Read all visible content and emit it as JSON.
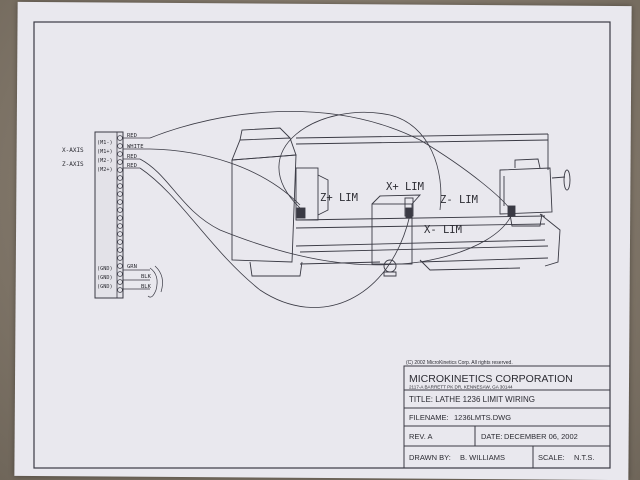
{
  "terminal": {
    "axis_labels": [
      "X-AXIS",
      "Z-AXIS"
    ],
    "pins": [
      "(M1-)",
      "(M1+)",
      "(M2-)",
      "(M2+)",
      "(GND)",
      "(GND)",
      "(GND)"
    ],
    "wire_colors": [
      "RED",
      "WHITE",
      "RED",
      "RED",
      "GRN",
      "BLK",
      "BLK"
    ]
  },
  "limits": {
    "z_plus": "Z+ LIM",
    "x_plus": "X+ LIM",
    "z_minus": "Z- LIM",
    "x_minus": "X- LIM"
  },
  "title_block": {
    "copyright": "(C) 2002 MicroKinetics Corp. All rights reserved.",
    "company": "MICROKINETICS CORPORATION",
    "address": "2117-A BARRETT PK DR, KENNESAW, GA 30144",
    "title": "TITLE: LATHE 1236 LIMIT WIRING",
    "filename_label": "FILENAME:",
    "filename": "1236LMTS.DWG",
    "rev_label": "REV. A",
    "date_label": "DATE:",
    "date": "DECEMBER 06, 2002",
    "drawn_label": "DRAWN BY:",
    "drawn": "B. WILLIAMS",
    "scale_label": "SCALE:",
    "scale": "N.T.S."
  }
}
